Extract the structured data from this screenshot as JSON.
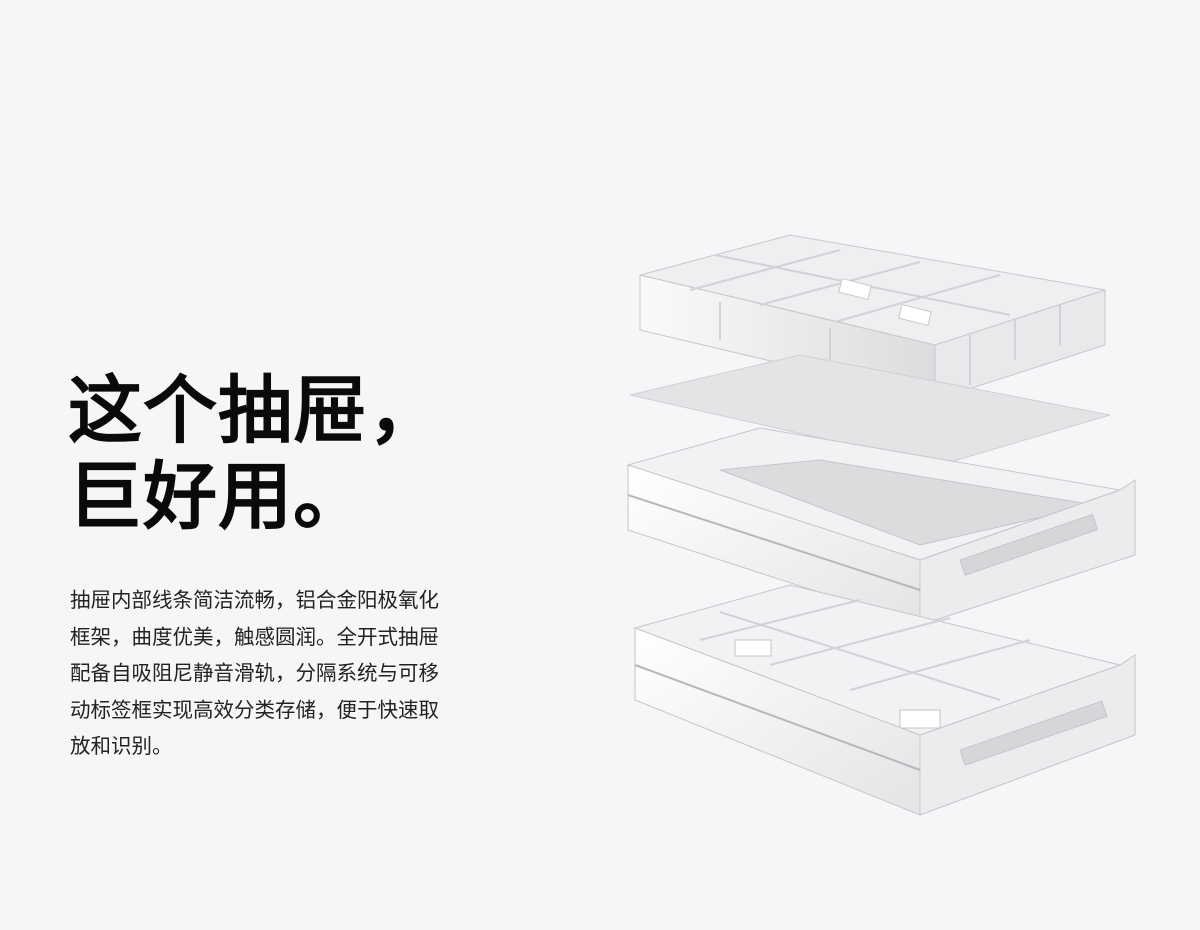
{
  "headline": {
    "line1": "这个抽屉，",
    "line2": "巨好用。"
  },
  "description": {
    "lines": [
      "抽屉内部线条简洁流畅，铝合金阳极氧化",
      "框架，曲度优美，触感圆润。全开式抽屉",
      "配备自吸阻尼静音滑轨，分隔系统与可移",
      "动标签框实现高效分类存储，便于快速取",
      "放和识别。"
    ]
  },
  "colors": {
    "background": "#f6f6f8",
    "text": "#111111"
  }
}
